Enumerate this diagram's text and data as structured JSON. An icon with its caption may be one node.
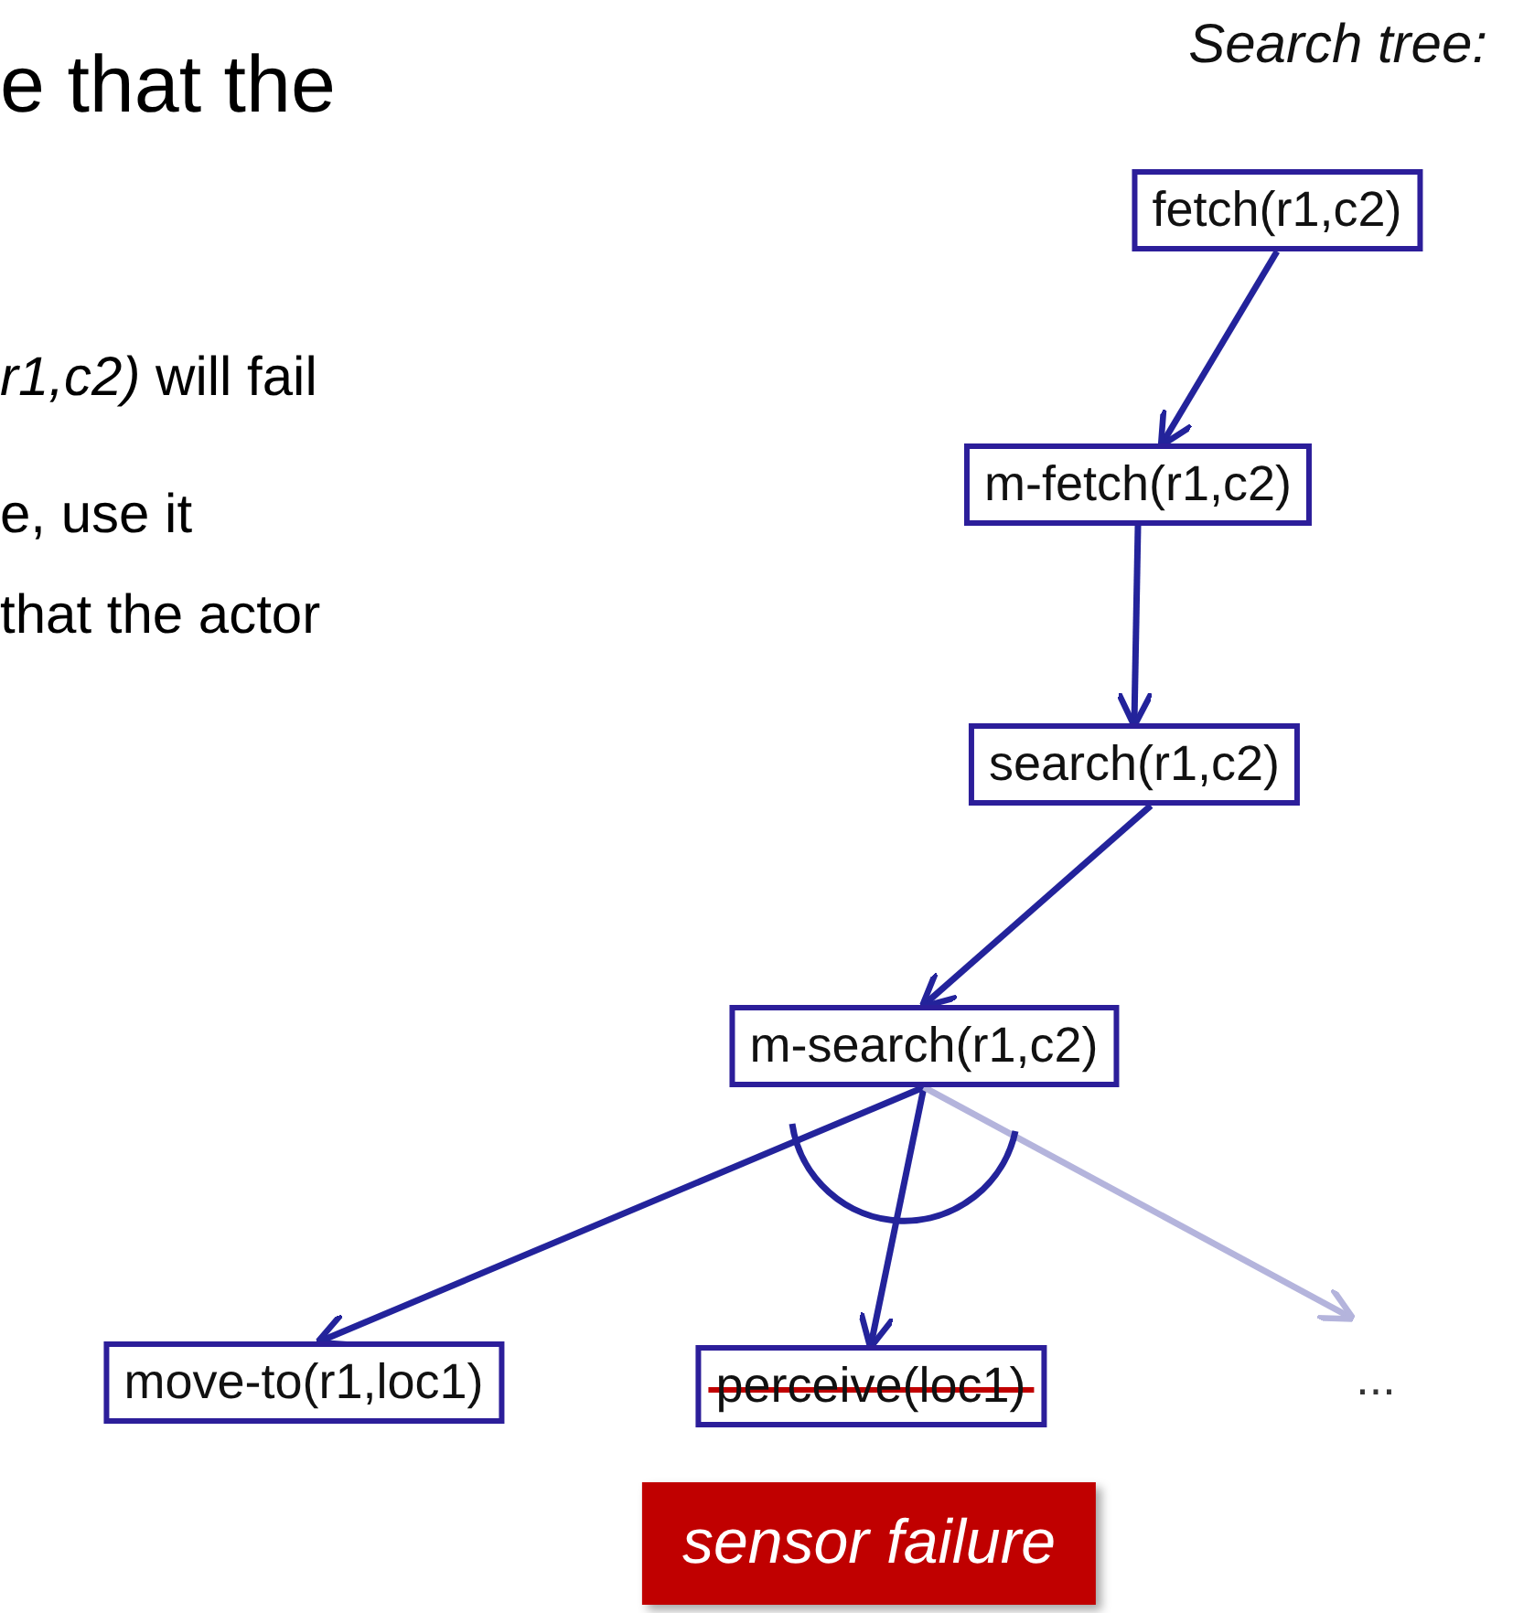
{
  "diagram": {
    "title": "Search tree:",
    "nodes": [
      {
        "text": [
          "fetch(r1,c2)"
        ]
      },
      {
        "text": [
          "m-fetch(r1,c2)"
        ]
      },
      {
        "text": [
          "search(r1,c2)"
        ]
      },
      {
        "text": [
          "m-search(r1,c2)"
        ]
      },
      {
        "text": [
          "move-to(r1,loc1)"
        ]
      },
      {
        "text": [
          "perceive(loc1)"
        ]
      },
      {
        "text": [
          "..."
        ]
      },
      {
        "text": [
          "sensor failure"
        ]
      }
    ],
    "edges": [
      {
        "from": 0,
        "to": 1,
        "arrow": "to"
      },
      {
        "from": 1,
        "to": 2,
        "arrow": "to"
      },
      {
        "from": 2,
        "to": 3,
        "arrow": "to"
      },
      {
        "from": 3,
        "to": 4,
        "arrow": "to"
      },
      {
        "from": 3,
        "to": 5,
        "arrow": "to"
      },
      {
        "from": 3,
        "to": 6,
        "arrow": "to",
        "color": "#b4b4dc"
      }
    ],
    "labels": [
      "e that the",
      "*r1,c2)* will fail",
      "e, use it",
      "that the actor"
    ]
  }
}
